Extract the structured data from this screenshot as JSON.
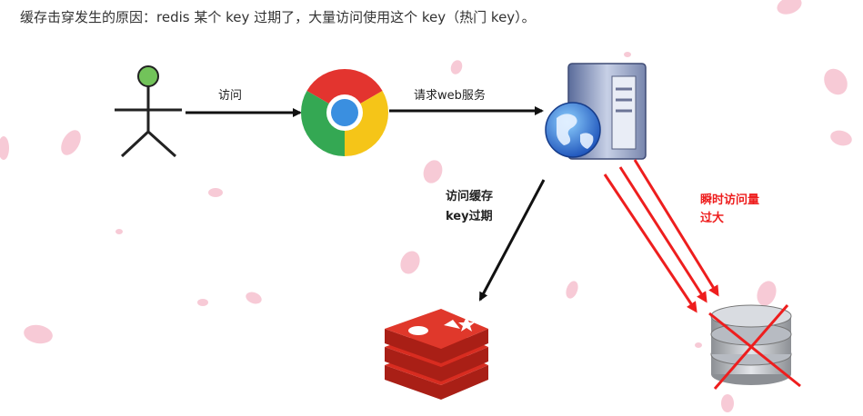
{
  "caption": "缓存击穿发生的原因：redis 某个 key 过期了，大量访问使用这个 key（热门 key）。",
  "diagram": {
    "nodes": {
      "user": "user-figure",
      "browser": "chrome-browser-icon",
      "server": "web-server-icon",
      "cache": "redis-icon",
      "database": "database-icon"
    },
    "labels": {
      "visit": "访问",
      "request_web": "请求web服务",
      "cache_line1": "访问缓存",
      "cache_line2": "key过期",
      "burst_line1": "瞬时访问量",
      "burst_line2": "过大"
    },
    "colors": {
      "arrow": "#111111",
      "burst_arrow": "#ee1e1e",
      "redis": "#d82c20",
      "petal": "#f6c1cf"
    }
  }
}
